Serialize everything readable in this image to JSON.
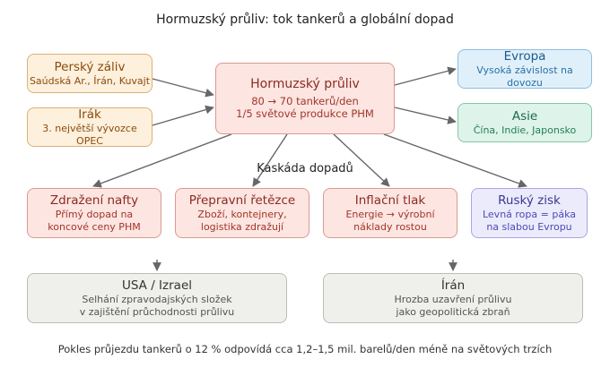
{
  "title": "Hormuzský průliv: tok tankerů a globální dopad",
  "sources": [
    {
      "title": "Perský záliv",
      "subtitle": "Saúdská Ar., Írán, Kuvajt"
    },
    {
      "title": "Irák",
      "subtitle": "3. největší vývozce OPEC"
    }
  ],
  "hub": {
    "title": "Hormuzský průliv",
    "line1": "80 → 70 tankerů/den",
    "line2": "1/5 světové produkce PHM"
  },
  "destinations": [
    {
      "title": "Evropa",
      "subtitle": "Vysoká závislost na dovozu"
    },
    {
      "title": "Asie",
      "subtitle": "Čína, Indie, Japonsko"
    }
  ],
  "cascade_label": "Kaskáda dopadů",
  "impacts": [
    {
      "title": "Zdražení nafty",
      "subtitle": "Přímý dopad na\nkoncové ceny PHM"
    },
    {
      "title": "Přepravní řetězce",
      "subtitle": "Zboží, kontejnery,\nlogistika zdražují"
    },
    {
      "title": "Inflační tlak",
      "subtitle": "Energie → výrobní\nnáklady rostou"
    },
    {
      "title": "Ruský zisk",
      "subtitle": "Levná ropa = páka\nna slabou Evropu"
    }
  ],
  "actors": [
    {
      "title": "USA / Izrael",
      "subtitle": "Selhání zpravodajských složek\nv zajištění průchodnosti průlivu"
    },
    {
      "title": "Írán",
      "subtitle": "Hrozba uzavření průlivu\njako geopolitická zbraň"
    }
  ],
  "footer": "Pokles průjezdu tankerů o 12 % odpovídá cca 1,2–1,5 mil. barelů/den méně na světových trzích",
  "colors": {
    "source": "#fdf0dc",
    "hub": "#fde5e1",
    "europe": "#e0f0fb",
    "asia": "#def3ea",
    "impact": "#fde5e1",
    "russia": "#ecebfb",
    "actor": "#efefec",
    "arrow": "#666666"
  }
}
